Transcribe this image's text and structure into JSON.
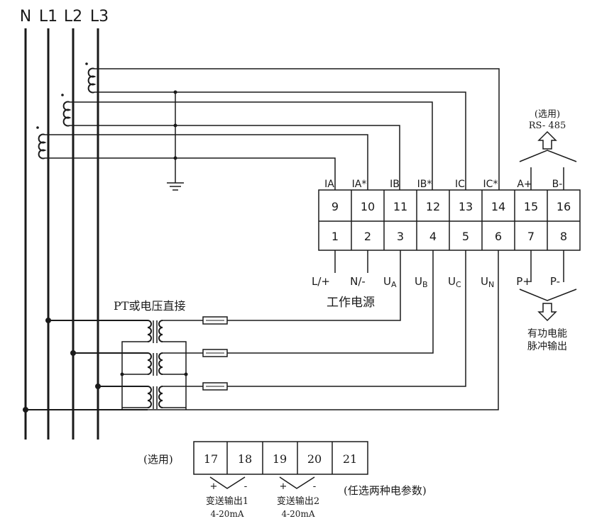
{
  "buses": [
    "N",
    "L1",
    "L2",
    "L3"
  ],
  "top_terminal_labels": [
    "IA",
    "IA*",
    "IB",
    "IB*",
    "IC",
    "IC*",
    "A+",
    "B-"
  ],
  "top_terminal_numbers": [
    "9",
    "10",
    "11",
    "12",
    "13",
    "14",
    "15",
    "16"
  ],
  "bottom_terminal_numbers": [
    "1",
    "2",
    "3",
    "4",
    "5",
    "6",
    "7",
    "8"
  ],
  "bottom_terminal_labels": {
    "l_plus": "L/+",
    "n_minus": "N/-",
    "ua_main": "U",
    "ua_sub": "A",
    "ub_main": "U",
    "ub_sub": "B",
    "uc_main": "U",
    "uc_sub": "C",
    "un_main": "U",
    "un_sub": "N",
    "p_plus": "P+",
    "p_minus": "P-"
  },
  "power_label": "工作电源",
  "pt_label": "PT或电压直接",
  "rs485": {
    "optional": "(选用)",
    "label": "RS- 485"
  },
  "pulse": {
    "line1": "有功电能",
    "line2": "脉冲输出"
  },
  "analog": {
    "optional": "(选用)",
    "numbers": [
      "17",
      "18",
      "19",
      "20",
      "21"
    ],
    "plus": "+",
    "minus": "-",
    "out1": "变送输出1",
    "out2": "变送输出2",
    "range": "4-20mA",
    "note": "(任选两种电参数)"
  },
  "icons": [
    "ground-symbol",
    "arrow-up-icon",
    "arrow-down-icon",
    "ct-coil",
    "pt-transformer",
    "fuse"
  ]
}
